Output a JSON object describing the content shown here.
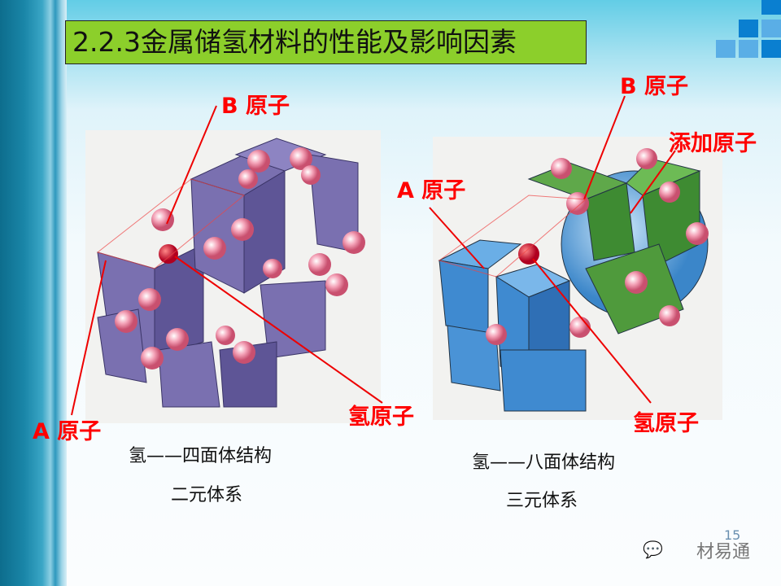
{
  "title": "2.2.3金属储氢材料的性能及影响因素",
  "left_figure": {
    "label_b": "B 原子",
    "label_a": "A 原子",
    "label_h": "氢原子",
    "caption1": "氢——四面体结构",
    "caption2": "二元体系"
  },
  "right_figure": {
    "label_b": "B 原子",
    "label_a": "A 原子",
    "label_add": "添加原子",
    "label_h": "氢原子",
    "caption1": "氢——八面体结构",
    "caption2": "三元体系"
  },
  "page_number": "15",
  "watermark": "材易通",
  "colors": {
    "title_bg": "#8ccf2b",
    "label": "#ff0000",
    "accent": "#0a7fd0"
  }
}
